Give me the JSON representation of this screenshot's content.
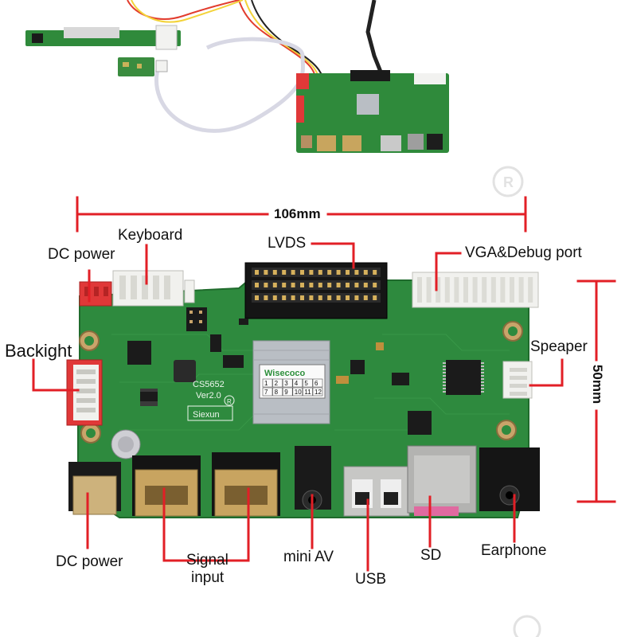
{
  "dimensions": {
    "width_label": "106mm",
    "height_label": "50mm"
  },
  "labels": {
    "keyboard": "Keyboard",
    "dc_power_top": "DC power",
    "lvds": "LVDS",
    "vga_debug": "VGA&Debug port",
    "backlight": "Backight",
    "speaker": "Speaper",
    "dc_power_bottom": "DC power",
    "signal_input_line1": "Signal",
    "signal_input_line2": "input",
    "mini_av": "mini AV",
    "usb": "USB",
    "sd": "SD",
    "earphone": "Earphone"
  },
  "board_marks": {
    "model": "CS5652",
    "version": "Ver2.0",
    "maker": "Siexun",
    "chip_brand": "Wisecoco",
    "chip_row1": [
      "1",
      "2",
      "3",
      "4",
      "5",
      "6"
    ],
    "chip_row2": [
      "7",
      "8",
      "9",
      "10",
      "11",
      "12"
    ]
  },
  "colors": {
    "pcb_green": "#2e8a3e",
    "pcb_dark": "#1f6b2c",
    "callout_red": "#e21f26",
    "connector_white": "#f1f1ee",
    "connector_red": "#e03838"
  }
}
